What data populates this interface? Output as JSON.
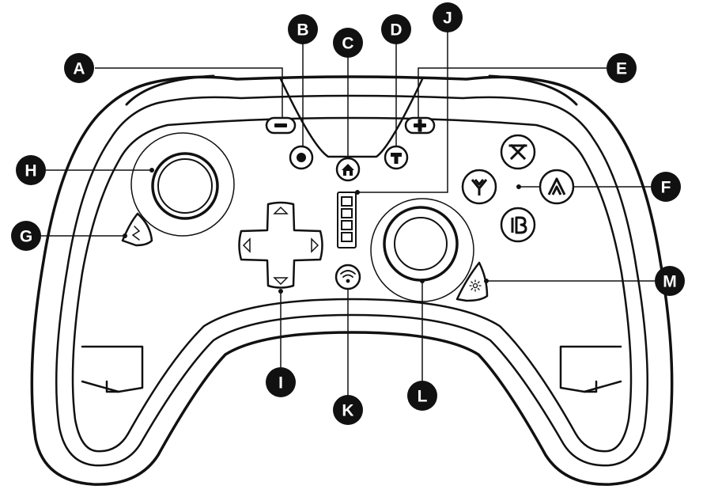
{
  "callouts": {
    "a": "A",
    "b": "B",
    "c": "C",
    "d": "D",
    "e": "E",
    "f": "F",
    "g": "G",
    "h": "H",
    "i": "I",
    "j": "J",
    "k": "K",
    "l": "L",
    "m": "M"
  },
  "colors": {
    "ink": "#111111",
    "paper": "#ffffff"
  },
  "icons": {
    "minus_button": "minus-icon",
    "plus_button": "plus-icon",
    "capture_button": "record-dot-icon",
    "home_button": "home-icon",
    "turbo_button": "turbo-t-icon",
    "face_top": "x-stylized-icon",
    "face_left": "y-stylized-icon",
    "face_right": "a-stylized-icon",
    "face_bottom": "b-stylized-icon",
    "player_leds": "led-stack-icon",
    "pair_button": "wireless-signal-icon",
    "left_paddle": "zigzag-icon",
    "right_paddle": "sun-icon"
  }
}
